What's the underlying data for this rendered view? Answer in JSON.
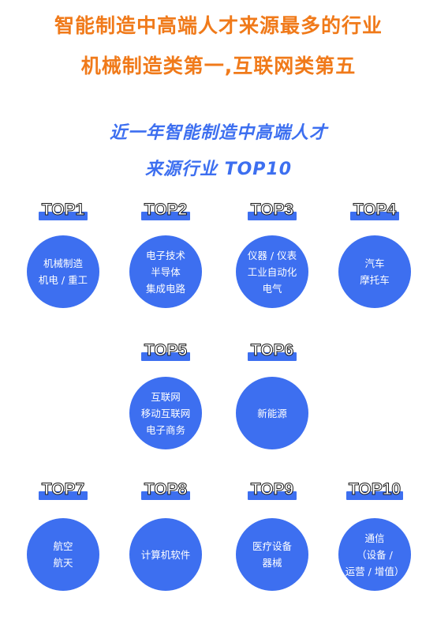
{
  "headline": {
    "line1": "智能制造中高端人才来源最多的行业",
    "line2": "机械制造类第一,互联网类第五"
  },
  "subtitle": {
    "line1": "近一年智能制造中高端人才",
    "line2": "来源行业 TOP10"
  },
  "items": [
    {
      "rank": "TOP1",
      "lines": [
        "机械制造",
        "机电 / 重工",
        ""
      ]
    },
    {
      "rank": "TOP2",
      "lines": [
        "电子技术",
        "半导体",
        "集成电路"
      ]
    },
    {
      "rank": "TOP3",
      "lines": [
        "仪器 / 仪表",
        "工业自动化",
        "电气"
      ]
    },
    {
      "rank": "TOP4",
      "lines": [
        "汽车",
        "摩托车",
        ""
      ]
    },
    {
      "rank": "TOP5",
      "lines": [
        "互联网",
        "移动互联网",
        "电子商务"
      ]
    },
    {
      "rank": "TOP6",
      "lines": [
        "新能源",
        "",
        ""
      ]
    },
    {
      "rank": "TOP7",
      "lines": [
        "航空",
        "航天",
        ""
      ]
    },
    {
      "rank": "TOP8",
      "lines": [
        "计算机软件",
        "",
        ""
      ]
    },
    {
      "rank": "TOP9",
      "lines": [
        "医疗设备",
        "器械",
        ""
      ]
    },
    {
      "rank": "TOP10",
      "lines": [
        "通信",
        "（设备 /",
        "运营 / 增值）"
      ]
    }
  ]
}
